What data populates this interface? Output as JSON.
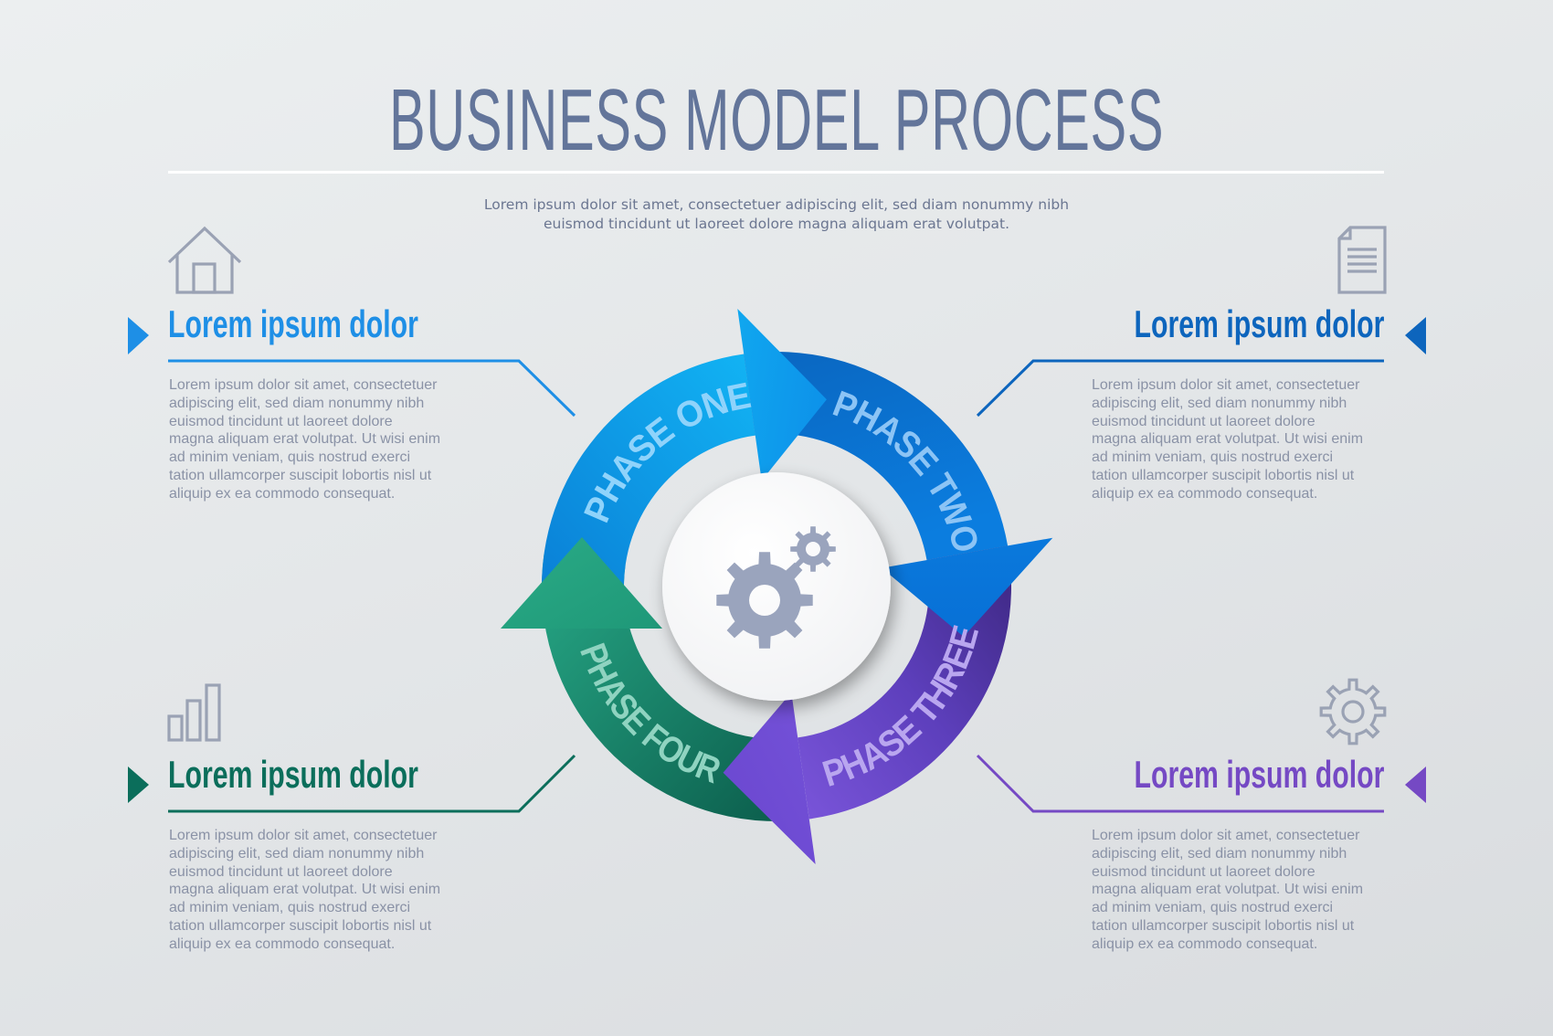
{
  "header": {
    "title": "BUSINESS MODEL PROCESS",
    "subtitle_line1": "Lorem ipsum dolor sit amet, consectetuer adipiscing elit, sed diam nonummy nibh",
    "subtitle_line2": "euismod tincidunt ut laoreet dolore magna aliquam erat volutpat."
  },
  "colors": {
    "title": "#63759a",
    "block_top_left": "#1e8fe6",
    "block_top_right": "#0d65bd",
    "block_bottom_left": "#0b6e5b",
    "block_bottom_right": "#7549c4",
    "icon": "#9aa2b4",
    "body_text": "#8a92a6"
  },
  "blocks": [
    {
      "position": "top-left",
      "icon": "house-icon",
      "heading": "Lorem ipsum dolor",
      "lines": [
        "Lorem ipsum dolor sit amet, consectetuer",
        "adipiscing elit, sed diam nonummy nibh",
        "euismod tincidunt ut laoreet dolore",
        "magna aliquam erat volutpat. Ut wisi enim",
        "ad minim veniam, quis nostrud exerci",
        "tation ullamcorper suscipit lobortis nisl ut",
        "aliquip ex ea commodo consequat."
      ]
    },
    {
      "position": "top-right",
      "icon": "document-icon",
      "heading": "Lorem ipsum dolor",
      "lines": [
        "Lorem ipsum dolor sit amet, consectetuer",
        "adipiscing elit, sed diam nonummy nibh",
        "euismod tincidunt ut laoreet dolore",
        "magna aliquam erat volutpat. Ut wisi enim",
        "ad minim veniam, quis nostrud exerci",
        "tation ullamcorper suscipit lobortis nisl ut",
        "aliquip ex ea commodo consequat."
      ]
    },
    {
      "position": "bottom-left",
      "icon": "bar-chart-icon",
      "heading": "Lorem ipsum dolor",
      "lines": [
        "Lorem ipsum dolor sit amet, consectetuer",
        "adipiscing elit, sed diam nonummy nibh",
        "euismod tincidunt ut laoreet dolore",
        "magna aliquam erat volutpat. Ut wisi enim",
        "ad minim veniam, quis nostrud exerci",
        "tation ullamcorper suscipit lobortis nisl ut",
        "aliquip ex ea commodo consequat."
      ]
    },
    {
      "position": "bottom-right",
      "icon": "gear-icon",
      "heading": "Lorem ipsum dolor",
      "lines": [
        "Lorem ipsum dolor sit amet, consectetuer",
        "adipiscing elit, sed diam nonummy nibh",
        "euismod tincidunt ut laoreet dolore",
        "magna aliquam erat volutpat. Ut wisi enim",
        "ad minim veniam, quis nostrud exerci",
        "tation ullamcorper suscipit lobortis nisl ut",
        "aliquip ex ea commodo consequat."
      ]
    }
  ],
  "cycle": {
    "center_icon": "gears-icon",
    "phases": [
      {
        "label": "PHASE ONE",
        "color_start": "#12b0f2",
        "color_end": "#0a85e0",
        "label_color": "#8fd3fb"
      },
      {
        "label": "PHASE TWO",
        "color_start": "#0b6cc6",
        "color_end": "#0a78dc",
        "label_color": "#8cc4f5"
      },
      {
        "label": "PHASE THREE",
        "color_start": "#4a2d98",
        "color_end": "#7651d6",
        "label_color": "#b9a6ef"
      },
      {
        "label": "PHASE FOUR",
        "color_start": "#0c6452",
        "color_end": "#25a783",
        "label_color": "#8fd3c0"
      }
    ]
  }
}
